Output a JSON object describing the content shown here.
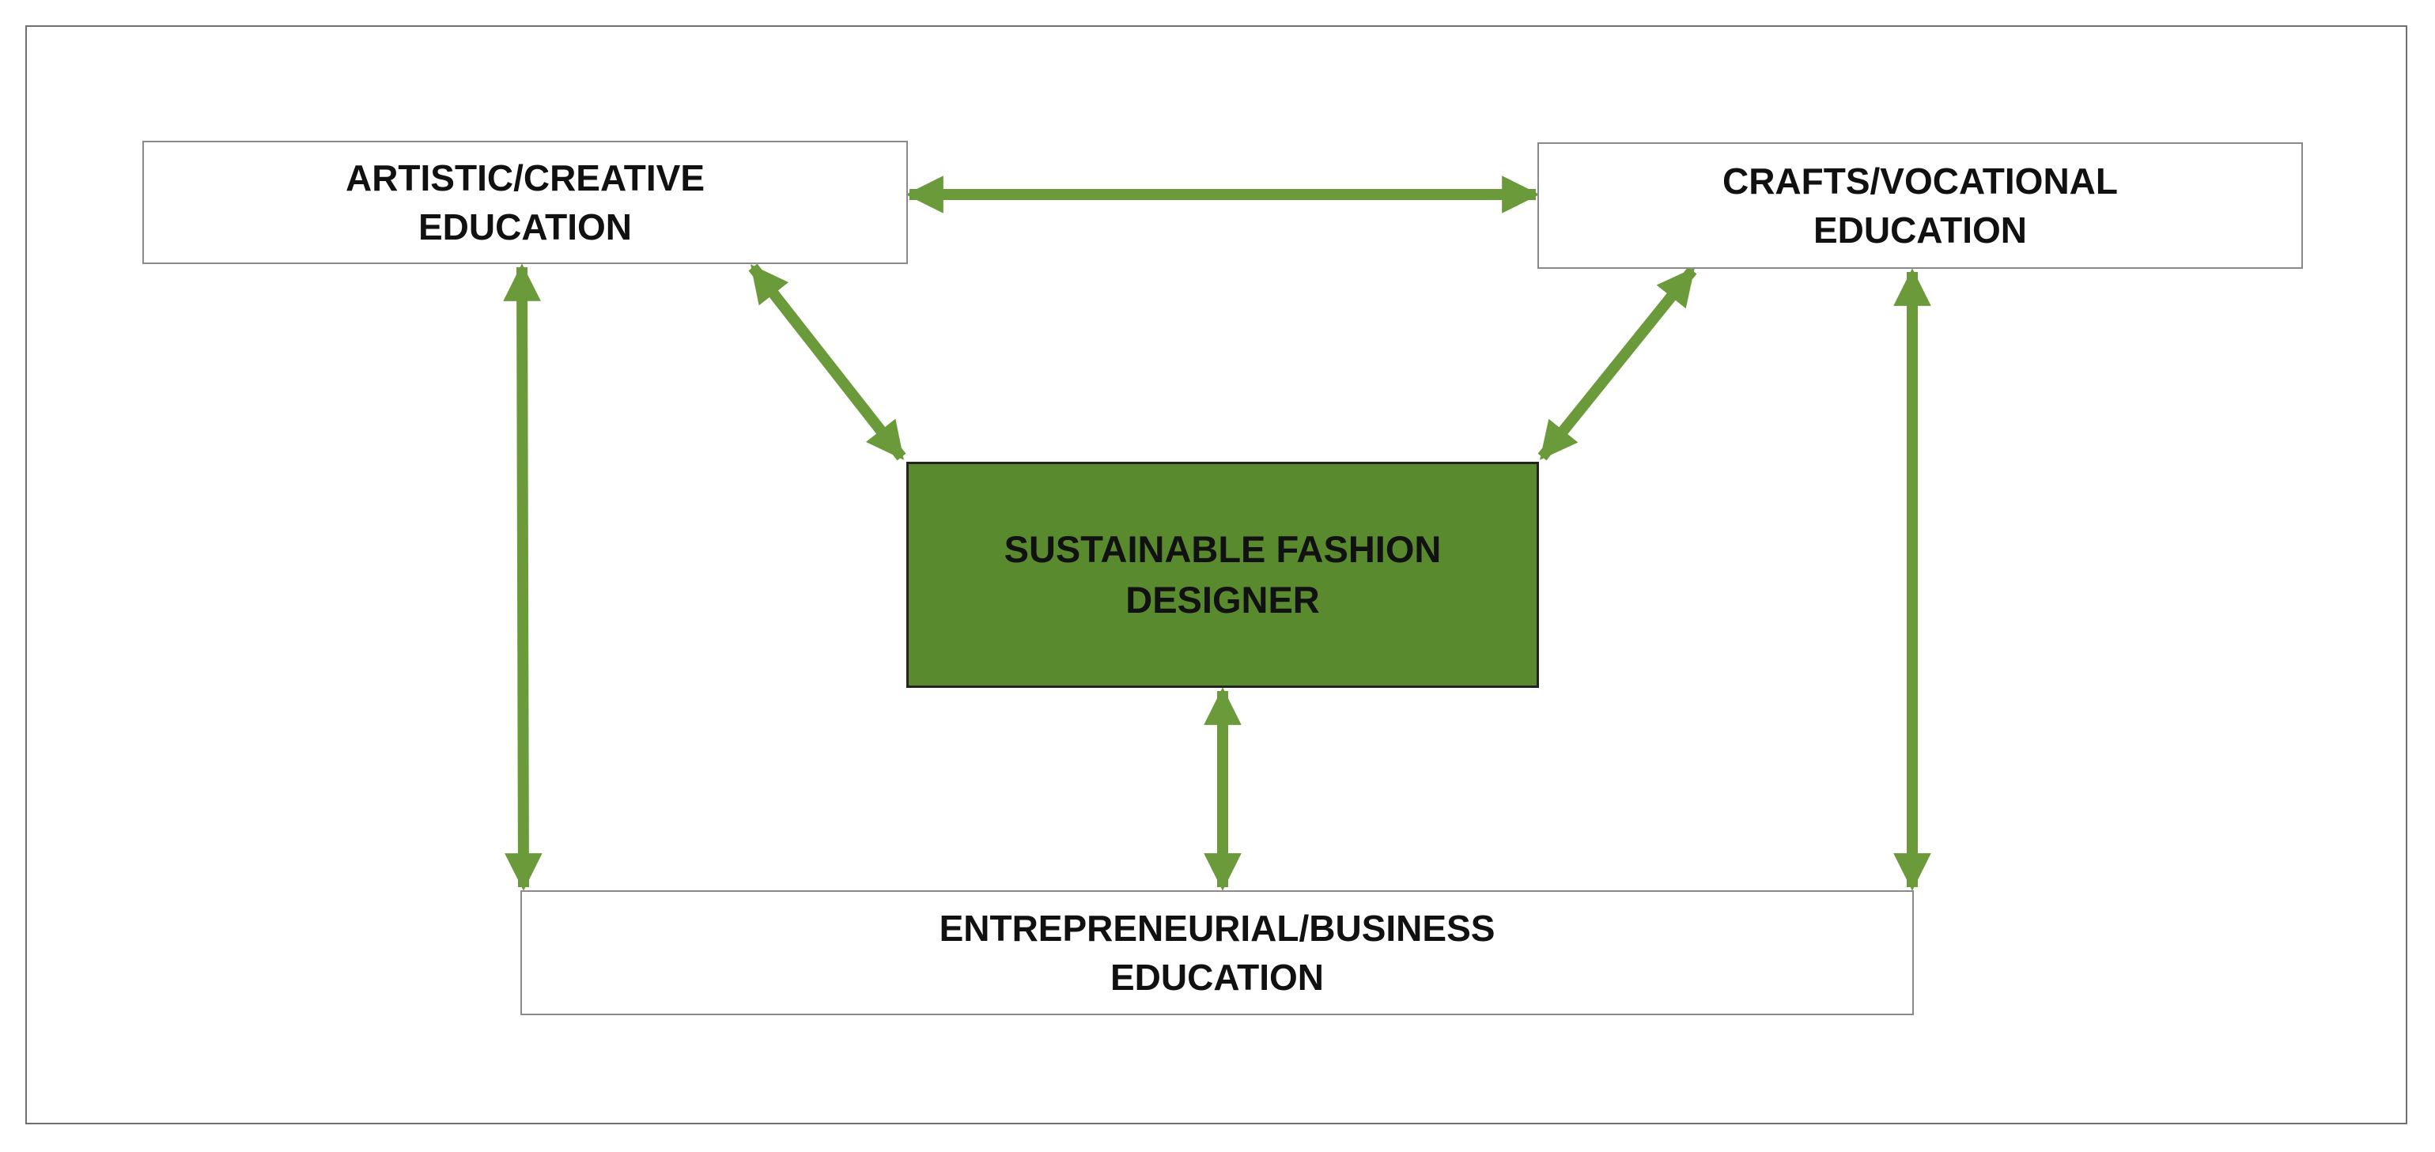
{
  "diagram": {
    "nodes": {
      "artistic": {
        "label": "ARTISTIC/CREATIVE\nEDUCATION"
      },
      "crafts": {
        "label": "CRAFTS/VOCATIONAL\nEDUCATION"
      },
      "center": {
        "label": "SUSTAINABLE FASHION\nDESIGNER"
      },
      "business": {
        "label": "ENTREPRENEURIAL/BUSINESS\nEDUCATION"
      }
    },
    "edges": [
      {
        "from": "artistic",
        "to": "crafts",
        "direction": "both"
      },
      {
        "from": "artistic",
        "to": "center",
        "direction": "both"
      },
      {
        "from": "crafts",
        "to": "center",
        "direction": "both"
      },
      {
        "from": "center",
        "to": "business",
        "direction": "both"
      },
      {
        "from": "artistic",
        "to": "business",
        "direction": "both"
      },
      {
        "from": "crafts",
        "to": "business",
        "direction": "both"
      }
    ],
    "colors": {
      "arrow": "#6a9a3a",
      "center_fill": "#5a8a2e",
      "box_border": "#8a8a8a"
    }
  }
}
